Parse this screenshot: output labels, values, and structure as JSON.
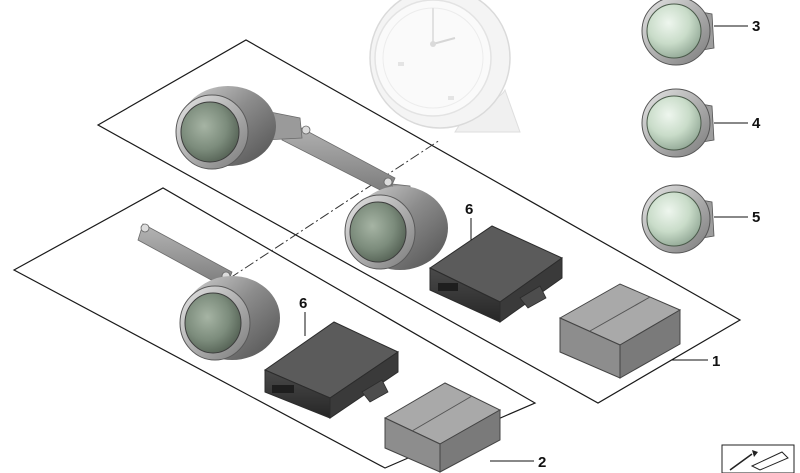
{
  "diagram": {
    "callouts": [
      "1",
      "2",
      "3",
      "4",
      "5",
      "6",
      "6"
    ],
    "icons": [
      "gauge-clock-ghost",
      "auxiliary-gauge",
      "display-pod",
      "control-module",
      "parts-box",
      "catalog-symbol-icon"
    ]
  }
}
